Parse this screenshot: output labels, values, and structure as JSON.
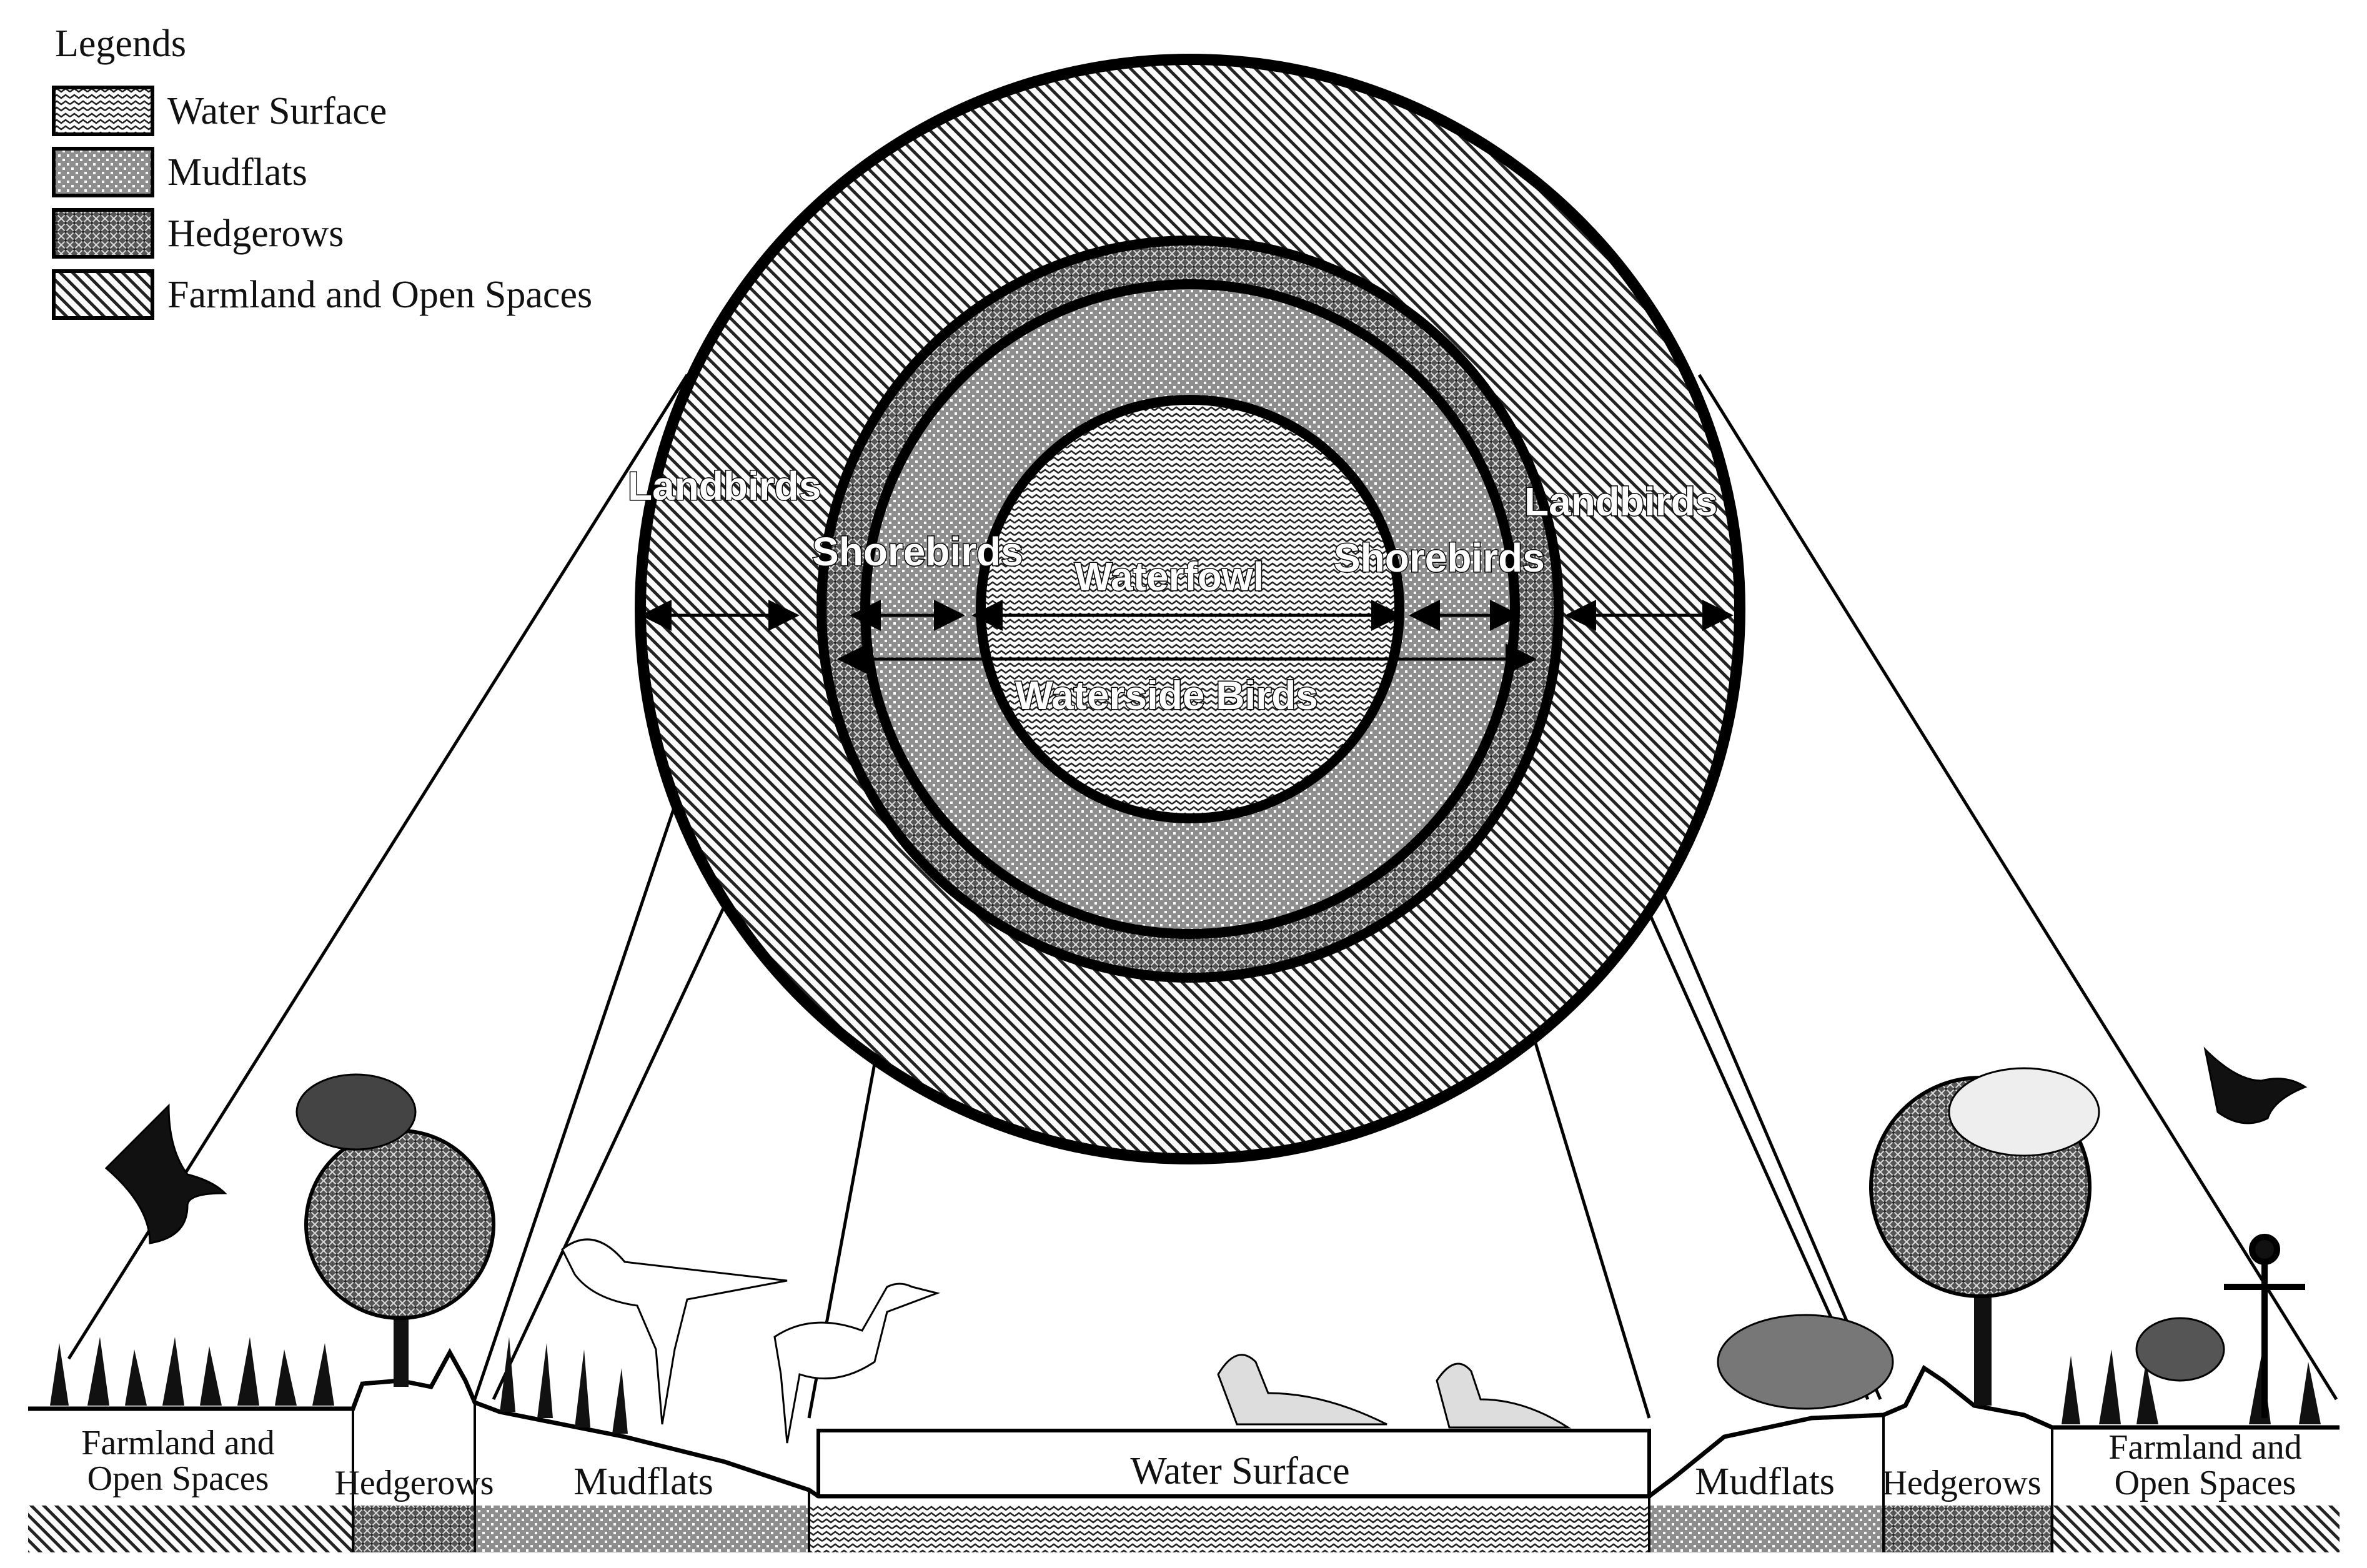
{
  "legend": {
    "title": "Legends",
    "items": [
      {
        "label": "Water Surface",
        "pattern": "zigzag"
      },
      {
        "label": "Mudflats",
        "pattern": "dots"
      },
      {
        "label": "Hedgerows",
        "pattern": "crosshatch"
      },
      {
        "label": "Farmland and Open Spaces",
        "pattern": "diagonal"
      }
    ]
  },
  "rings": {
    "landbirds_left": "Landbirds",
    "landbirds_right": "Landbirds",
    "shorebirds_left": "Shorebirds",
    "shorebirds_right": "Shorebirds",
    "waterfowl": "Waterfowl",
    "waterside_birds": "Waterside Birds"
  },
  "ground": {
    "farmland_left_line1": "Farmland and",
    "farmland_left_line2": "Open Spaces",
    "hedgerows_left": "Hedgerows",
    "mudflats_left": "Mudflats",
    "water_surface": "Water Surface",
    "mudflats_right": "Mudflats",
    "hedgerows_right": "Hedgerows",
    "farmland_right_line1": "Farmland and",
    "farmland_right_line2": "Open Spaces"
  },
  "colors": {
    "ink": "#111111",
    "paper": "#ffffff"
  }
}
